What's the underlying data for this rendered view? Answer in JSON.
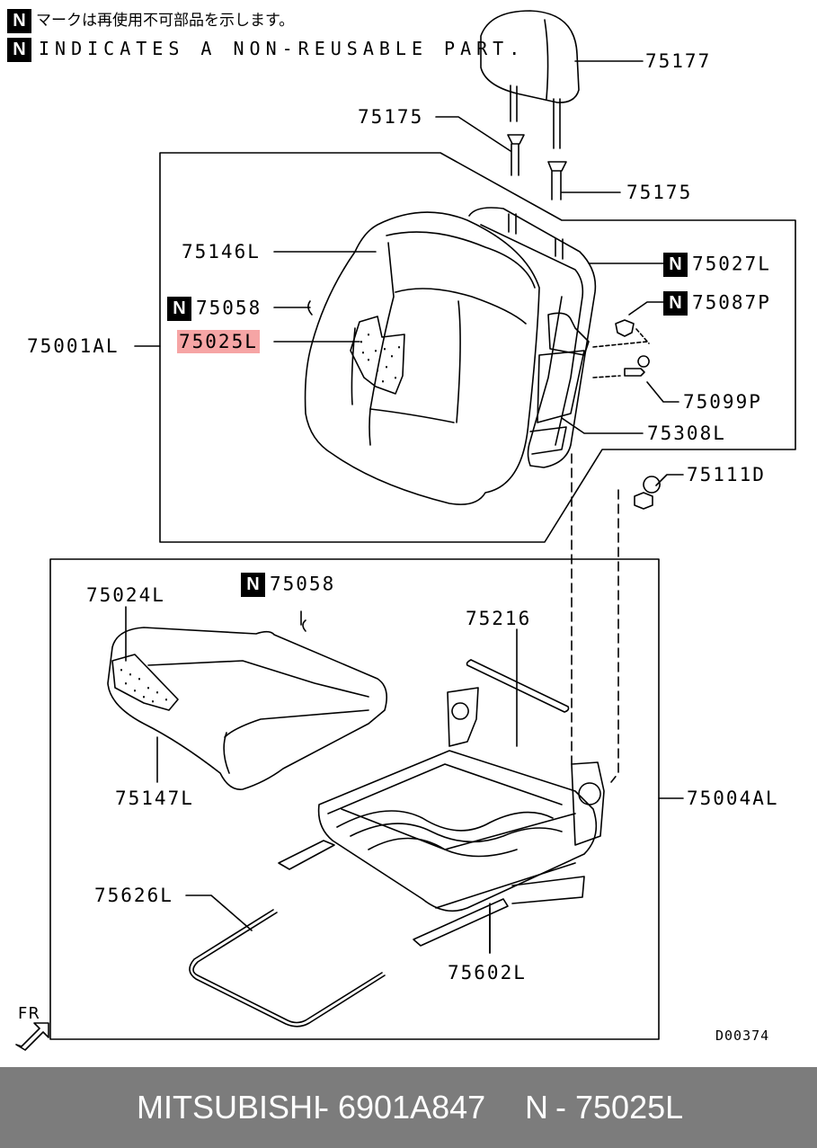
{
  "notes": {
    "badge": "N",
    "jp": "マークは再使用不可部品を示します。",
    "en": "INDICATES A NON-REUSABLE PART."
  },
  "parts": {
    "p75177": "75177",
    "p75175a": "75175",
    "p75175b": "75175",
    "p75146L": "75146L",
    "p75027L": "75027L",
    "p75058a": "75058",
    "p75087P": "75087P",
    "p75001AL": "75001AL",
    "p75025L": "75025L",
    "p75099P": "75099P",
    "p75308L": "75308L",
    "p75111D": "75111D",
    "p75024L": "75024L",
    "p75058b": "75058",
    "p75216": "75216",
    "p75147L": "75147L",
    "p75004AL": "75004AL",
    "p75626L": "75626L",
    "p75602L": "75602L"
  },
  "direction": "FR",
  "drawing_code": "D00374",
  "highlight_color": "#f6a5a5",
  "footer": {
    "brand": "MITSUBISHI",
    "sep1": "-",
    "part_number": "6901A847",
    "badge": "N",
    "sep2": "-",
    "ref": "75025L"
  }
}
